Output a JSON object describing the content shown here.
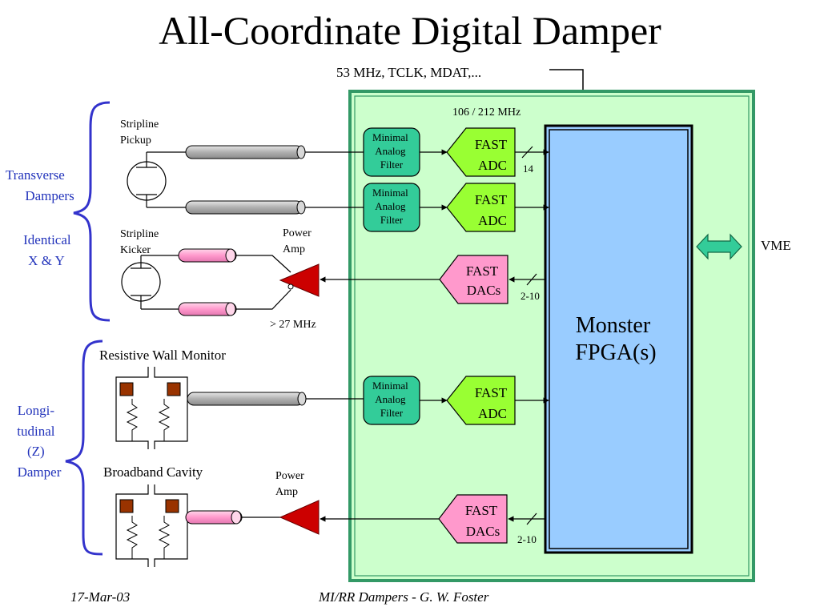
{
  "title": "All-Coordinate Digital Damper",
  "clock_input": "53 MHz, TCLK, MDAT,...",
  "clock_rate": "106 / 212 MHz",
  "groups": {
    "transverse": "Transverse Dampers",
    "transverse_lines": [
      "Transverse",
      "Dampers"
    ],
    "identical_lines": [
      "Identical",
      "X & Y"
    ],
    "longitudinal_lines": [
      "Longi-",
      "tudinal",
      "(Z)",
      "Damper"
    ]
  },
  "devices": {
    "stripline_pickup": [
      "Stripline",
      "Pickup"
    ],
    "stripline_kicker": [
      "Stripline",
      "Kicker"
    ],
    "power_amp": [
      "Power",
      "Amp"
    ],
    "freq_note": "> 27 MHz",
    "resistive_wall_monitor": "Resistive Wall Monitor",
    "broadband_cavity": "Broadband Cavity"
  },
  "blocks": {
    "filter": [
      "Minimal",
      "Analog",
      "Filter"
    ],
    "adc": [
      "FAST",
      "ADC"
    ],
    "dac": [
      "FAST",
      "DACs"
    ],
    "fpga": [
      "Monster",
      "FPGA(s)"
    ],
    "vme": "VME"
  },
  "bus_widths": {
    "adc": "14",
    "dac_1": "2-10",
    "dac_2": "2-10"
  },
  "footer": {
    "date": "17-Mar-03",
    "author": "MI/RR Dampers - G. W. Foster"
  },
  "colors": {
    "board_fill": "#ccffcc",
    "board_border": "#339966",
    "fpga_fill": "#99ccff",
    "filter_fill": "#33cc99",
    "adc_fill": "#99ff33",
    "dac_fill": "#ff99cc",
    "amp_fill": "#cc0000",
    "brace": "#3333cc",
    "vme_arrow": "#33cc99",
    "pink_cable": "#ff99cc",
    "gray_cable": "#b8b8b8",
    "rwm_block": "#993300"
  }
}
